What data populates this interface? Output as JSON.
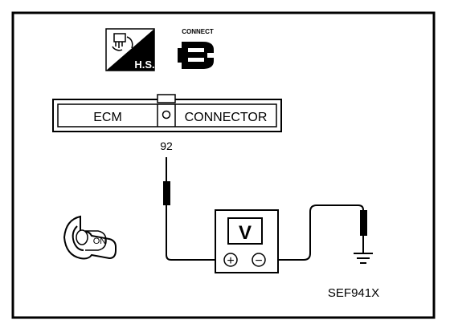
{
  "icons": {
    "harness_badge_text": "H.S.",
    "connect_label": "CONNECT"
  },
  "connector": {
    "left_label": "ECM",
    "right_label": "CONNECTOR"
  },
  "terminal_number": "92",
  "meter": {
    "display": "V",
    "plus_symbol": "+",
    "minus_symbol": "−"
  },
  "ignition": {
    "key_label": "ON"
  },
  "figure_code": "SEF941X"
}
